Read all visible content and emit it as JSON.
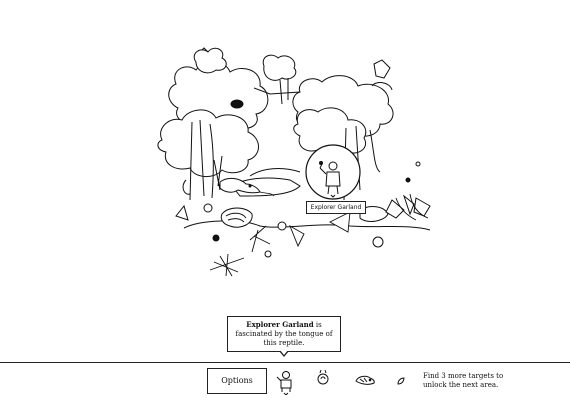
{
  "scene": {
    "character_tag": "Explorer Garland"
  },
  "tooltip": {
    "name": "Explorer Garland",
    "text": " is fascinated by the tongue of this reptile."
  },
  "hud": {
    "options_label": "Options",
    "targets": [
      {
        "icon": "explorer-garland-icon",
        "found": true
      },
      {
        "icon": "snail-icon",
        "found": false
      },
      {
        "icon": "lizard-icon",
        "found": false
      },
      {
        "icon": "leaf-icon",
        "found": false
      }
    ],
    "hint": "Find 3 more targets to unlock the next area."
  }
}
